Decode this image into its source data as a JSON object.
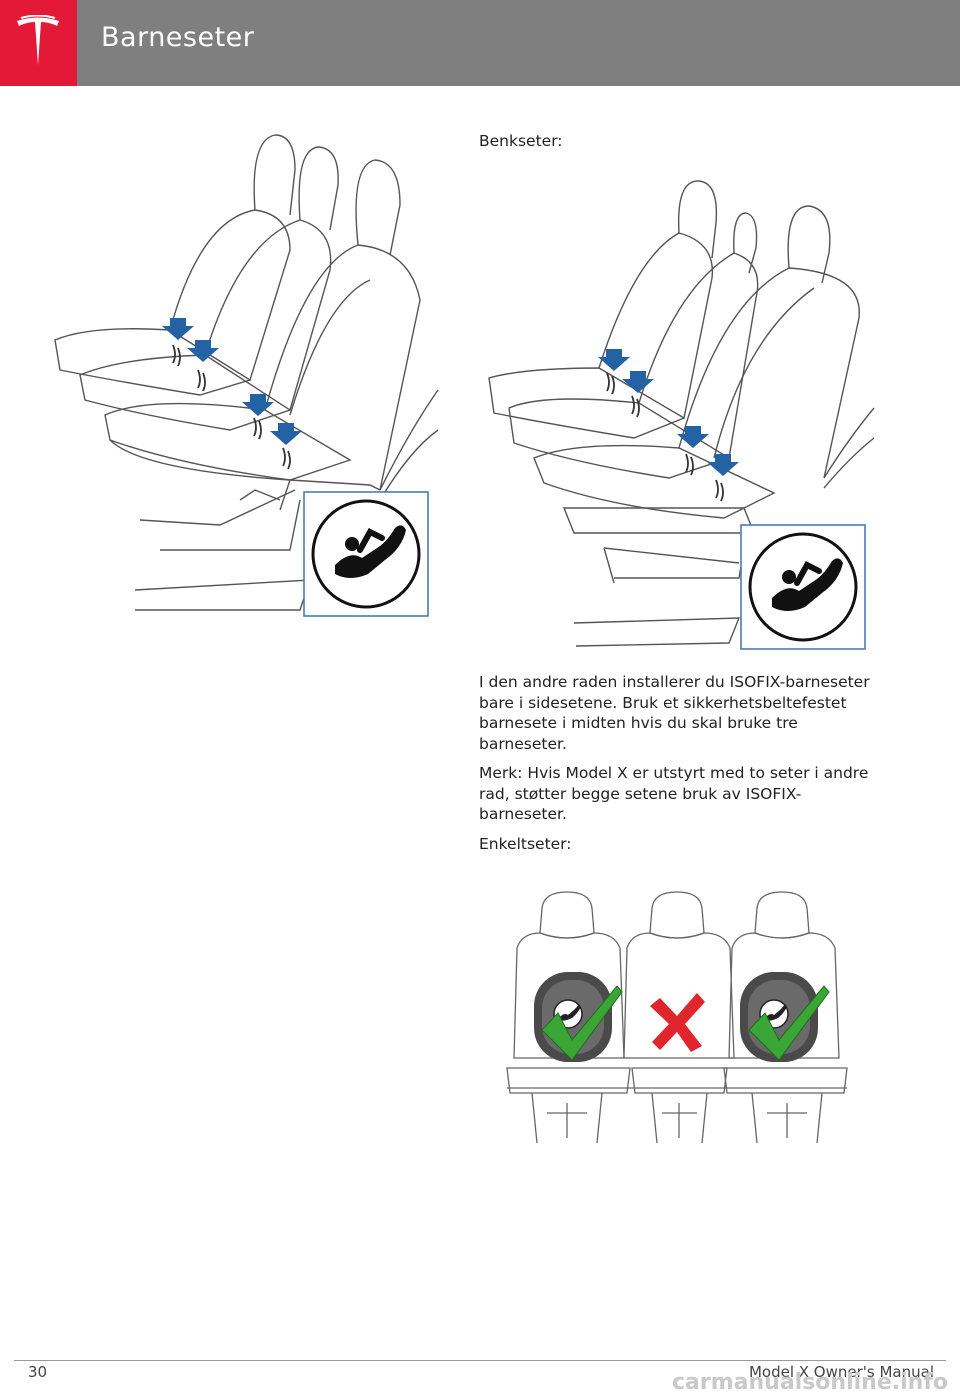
{
  "header": {
    "title": "Barneseter",
    "brand_color": "#e31937",
    "bar_color": "#7f7f7f"
  },
  "text": {
    "benkseter_label": "Benkseter:",
    "paragraph1": "I den andre raden installerer du ISOFIX-barneseter bare i sidesetene. Bruk et sikkerhetsbeltefestet barnesete i midten hvis du skal bruke tre barneseter.",
    "note": "Merk: Hvis Model X er utstyrt med to seter i andre rad, støtter begge setene bruk av ISOFIX-barneseter.",
    "enkeltseter_label": "Enkeltseter:"
  },
  "figures": {
    "icon_names": [
      "isofix-child-seat-icon",
      "down-arrow-icon",
      "checkmark-icon",
      "cross-icon"
    ],
    "arrow_color": "#2462a6",
    "check_color": "#3aa635",
    "cross_color": "#e0252c"
  },
  "footer": {
    "page_number": "30",
    "manual_name": "Model X Owner's Manual",
    "watermark": "carmanualsonline.info"
  }
}
